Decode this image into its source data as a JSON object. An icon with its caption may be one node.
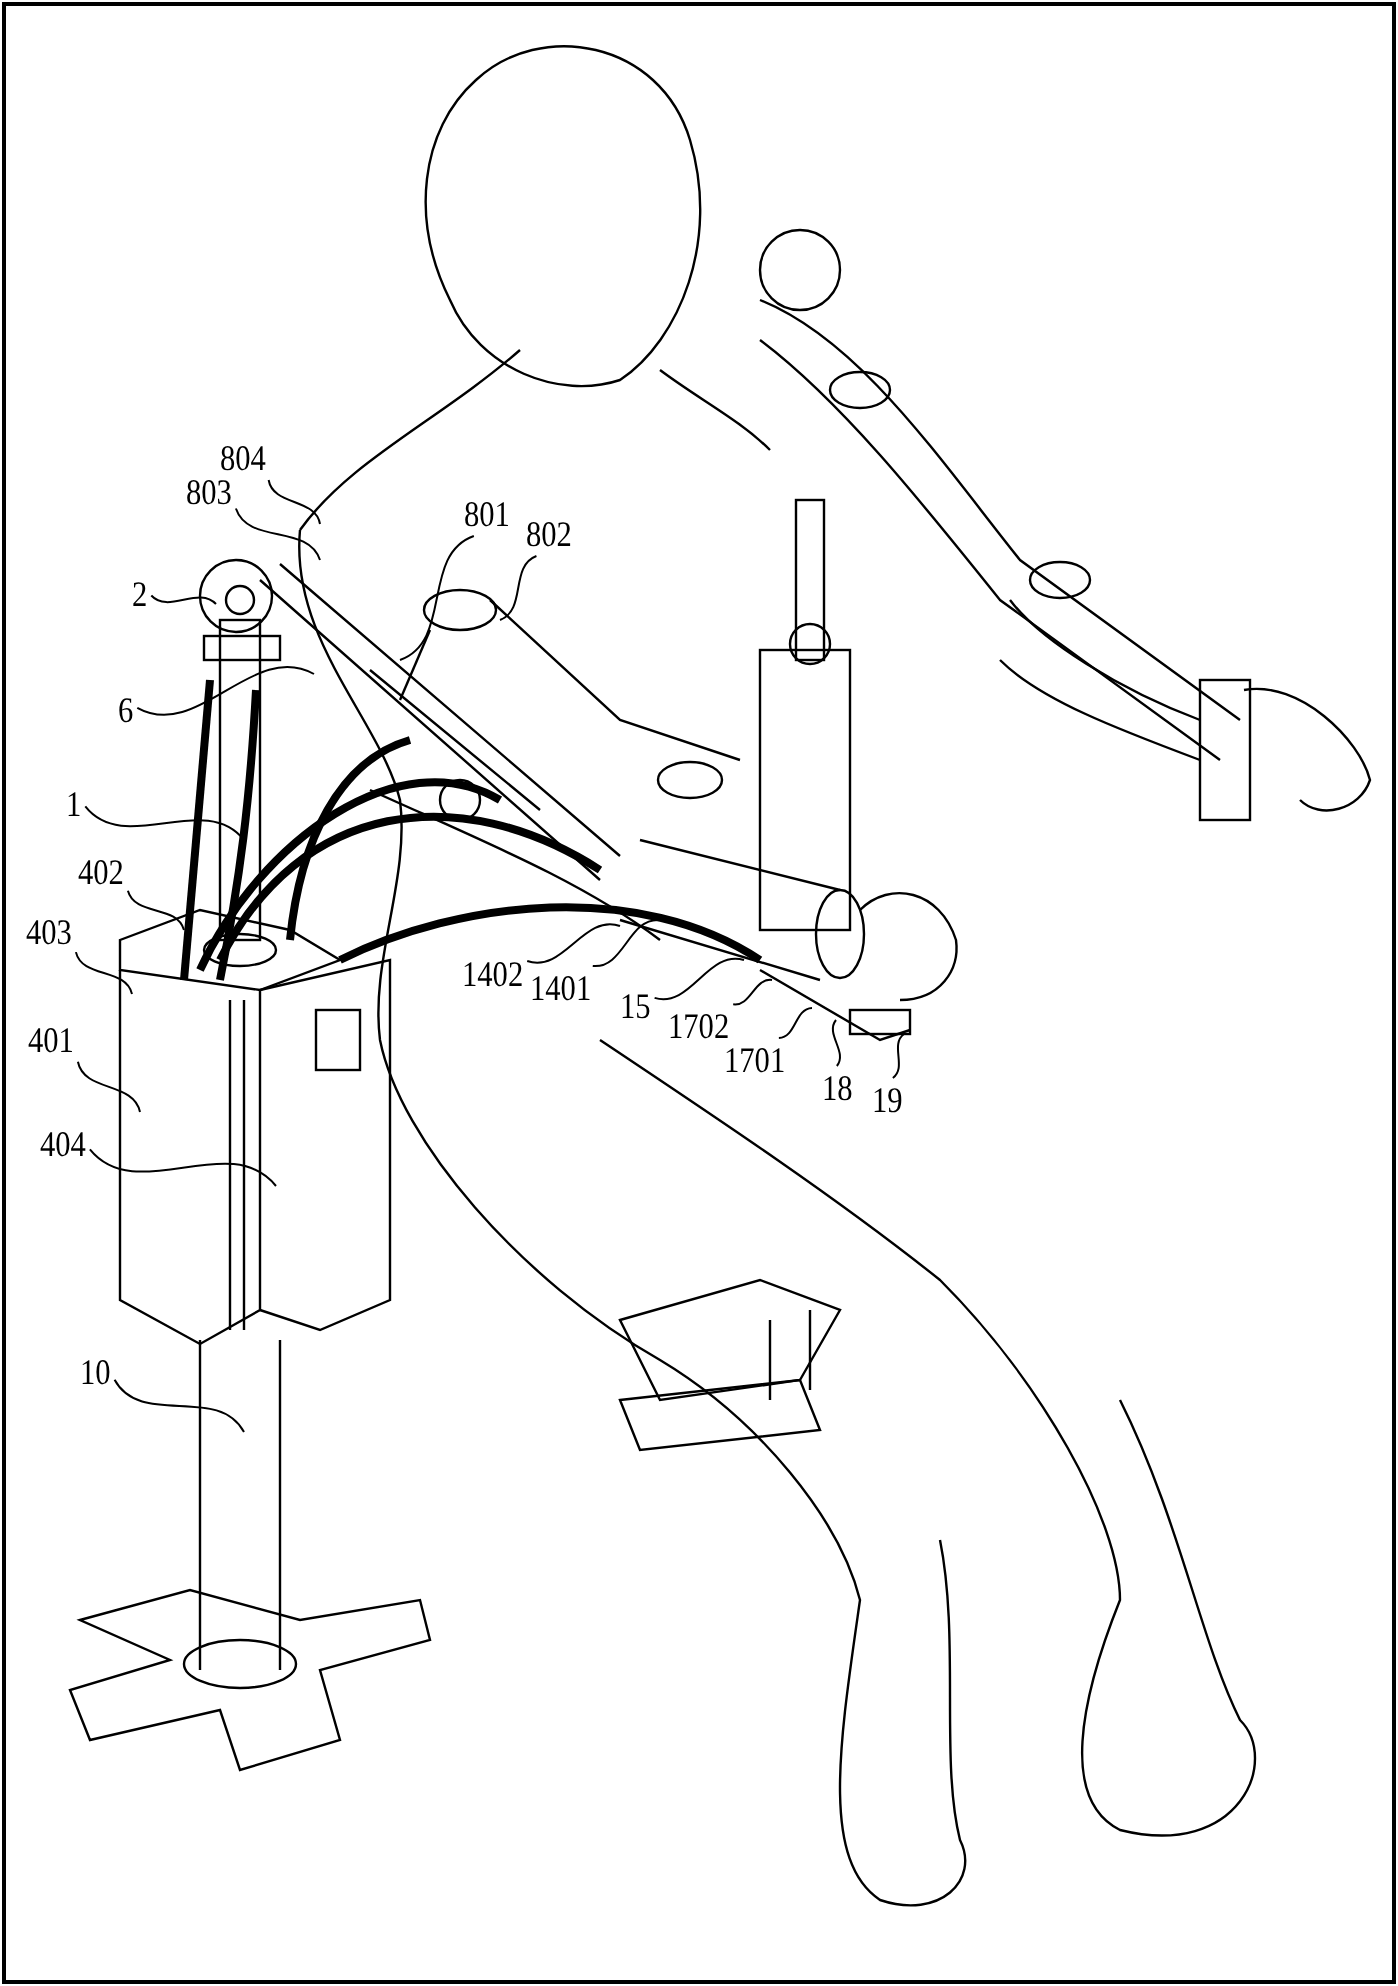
{
  "diagram": {
    "nodes": [
      {
        "text": [
          "804"
        ]
      },
      {
        "text": [
          "803"
        ]
      },
      {
        "text": [
          "801"
        ]
      },
      {
        "text": [
          "802"
        ]
      },
      {
        "text": [
          "2"
        ]
      },
      {
        "text": [
          "6"
        ]
      },
      {
        "text": [
          "1"
        ]
      },
      {
        "text": [
          "402"
        ]
      },
      {
        "text": [
          "403"
        ]
      },
      {
        "text": [
          "1402"
        ]
      },
      {
        "text": [
          "1401"
        ]
      },
      {
        "text": [
          "15"
        ]
      },
      {
        "text": [
          "1702"
        ]
      },
      {
        "text": [
          "1701"
        ]
      },
      {
        "text": [
          "18"
        ]
      },
      {
        "text": [
          "19"
        ]
      },
      {
        "text": [
          "401"
        ]
      },
      {
        "text": [
          "404"
        ]
      },
      {
        "text": [
          "10"
        ]
      }
    ],
    "edges": [
      {
        "from": 0,
        "to": null,
        "arrow": "none"
      },
      {
        "from": 1,
        "to": null,
        "arrow": "none"
      },
      {
        "from": 2,
        "to": null,
        "arrow": "none"
      },
      {
        "from": 3,
        "to": null,
        "arrow": "none"
      },
      {
        "from": 4,
        "to": null,
        "arrow": "none"
      },
      {
        "from": 5,
        "to": null,
        "arrow": "none"
      },
      {
        "from": 6,
        "to": null,
        "arrow": "none"
      },
      {
        "from": 7,
        "to": null,
        "arrow": "none"
      },
      {
        "from": 8,
        "to": null,
        "arrow": "none"
      },
      {
        "from": 9,
        "to": null,
        "arrow": "none"
      },
      {
        "from": 10,
        "to": null,
        "arrow": "none"
      },
      {
        "from": 11,
        "to": null,
        "arrow": "none"
      },
      {
        "from": 12,
        "to": null,
        "arrow": "none"
      },
      {
        "from": 13,
        "to": null,
        "arrow": "none"
      },
      {
        "from": 14,
        "to": null,
        "arrow": "none"
      },
      {
        "from": 15,
        "to": null,
        "arrow": "none"
      },
      {
        "from": 16,
        "to": null,
        "arrow": "none"
      },
      {
        "from": 17,
        "to": null,
        "arrow": "none"
      },
      {
        "from": 18,
        "to": null,
        "arrow": "none"
      }
    ]
  }
}
